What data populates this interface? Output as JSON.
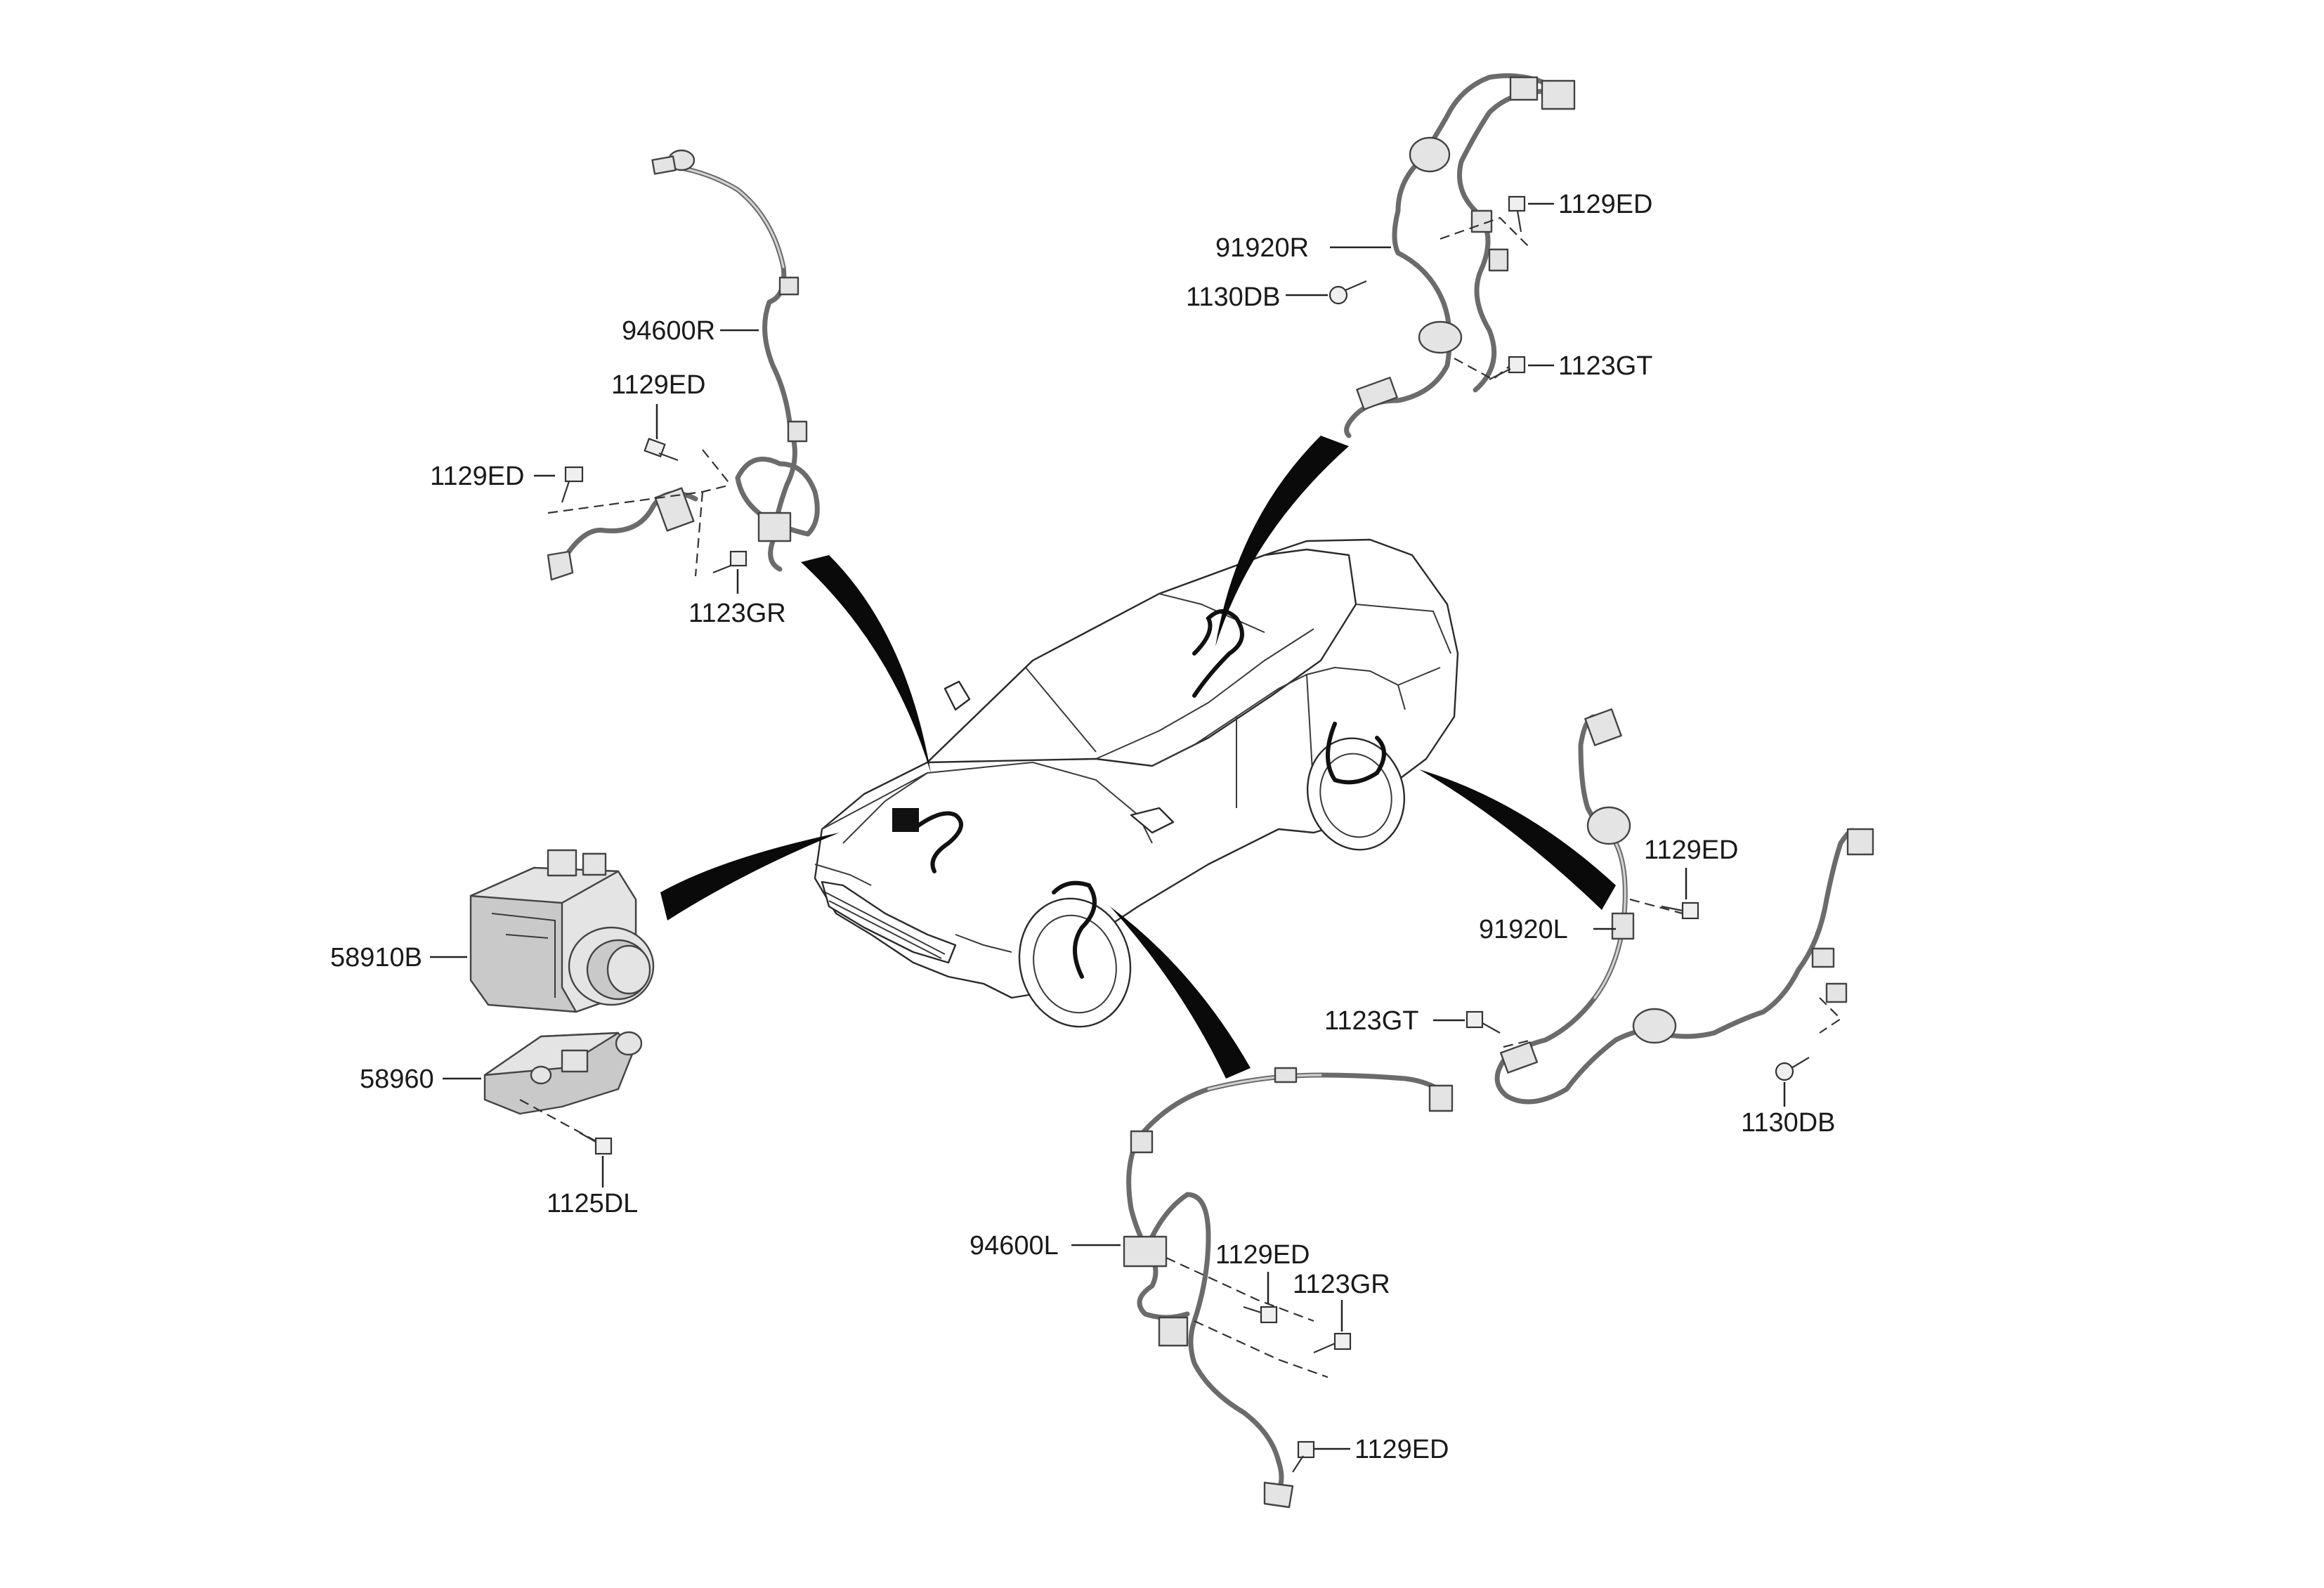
{
  "labels": {
    "sensor_front_right": "94600R",
    "bolt_fr_1": "1129ED",
    "bolt_fr_2": "1129ED",
    "bolt_fr_3": "1123GR",
    "harness_rear_right": "91920R",
    "bolt_rr_1": "1129ED",
    "bolt_rr_2": "1130DB",
    "bolt_rr_3": "1123GT",
    "harness_rear_left": "91920L",
    "bolt_rl_1": "1129ED",
    "bolt_rl_2": "1123GT",
    "bolt_rl_3": "1130DB",
    "abs_module": "58910B",
    "abs_bracket": "58960",
    "bolt_bracket": "1125DL",
    "sensor_front_left": "94600L",
    "bolt_fl_1": "1129ED",
    "bolt_fl_2": "1123GR",
    "bolt_fl_3": "1129ED"
  }
}
